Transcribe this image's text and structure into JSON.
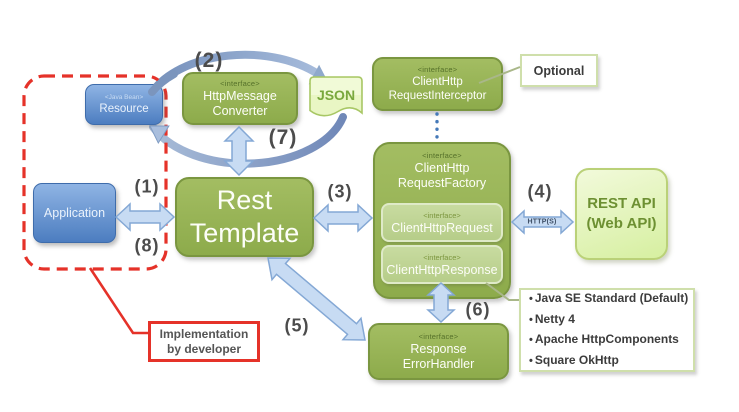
{
  "nodes": {
    "resource": {
      "stereotype": "<Java Bean>",
      "name": "Resource"
    },
    "application": {
      "name": "Application"
    },
    "rest_template": {
      "line1": "Rest",
      "line2": "Template"
    },
    "http_message_converter": {
      "stereotype": "<interface>",
      "line1": "HttpMessage",
      "line2": "Converter"
    },
    "json_doc": {
      "name": "JSON"
    },
    "request_interceptor": {
      "stereotype": "<interface>",
      "line1": "ClientHttp",
      "line2": "RequestInterceptor"
    },
    "request_factory": {
      "stereotype": "<interface>",
      "line1": "ClientHttp",
      "line2": "RequestFactory"
    },
    "client_http_request": {
      "stereotype": "<interface>",
      "name": "ClientHttpRequest"
    },
    "client_http_response": {
      "stereotype": "<interface>",
      "name": "ClientHttpResponse"
    },
    "rest_api": {
      "line1": "REST API",
      "line2": "(Web API)"
    },
    "response_error_handler": {
      "stereotype": "<interface>",
      "line1": "Response",
      "line2": "ErrorHandler"
    }
  },
  "notes": {
    "optional": {
      "label": "Optional"
    },
    "implementation": {
      "line1": "Implementation",
      "line2": "by developer"
    },
    "factory_implementations": {
      "items": [
        "Java SE Standard (Default)",
        "Netty 4",
        "Apache HttpComponents",
        "Square OkHttp"
      ]
    }
  },
  "labels": {
    "step1": "(1)",
    "step2": "(2)",
    "step3": "(3)",
    "step4": "(4)",
    "step5": "(5)",
    "step6": "(6)",
    "step7": "(7)",
    "step8": "(8)",
    "protocol": "HTTP(S)"
  },
  "colors": {
    "box_green": "#95b155",
    "box_green_border": "#7a9640",
    "box_green_light": "#bed395",
    "box_blue": "#4d7fc3",
    "pale_green": "#d9efa5",
    "arrow_blue": "#c7dbf3",
    "flow_ring_blue": "#8099c0",
    "accent_red": "#e53229"
  }
}
